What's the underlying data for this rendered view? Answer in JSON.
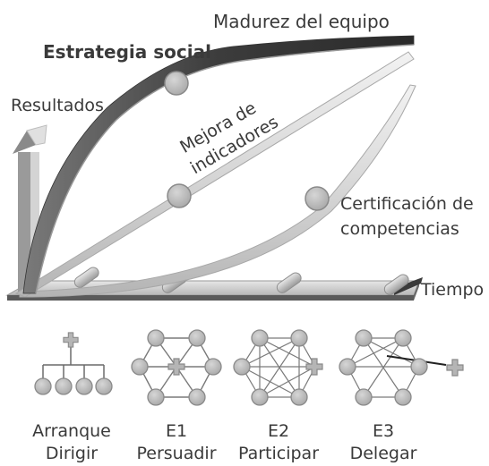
{
  "labels": {
    "madurez": "Madurez del equipo",
    "estrategia": "Estrategia social",
    "resultados": "Resultados",
    "mejora_line1": "Mejora de",
    "mejora_line2": "indicadores",
    "cert_line1": "Certificación de",
    "cert_line2": "competencias",
    "tiempo": "Tiempo"
  },
  "stages": [
    {
      "line1": "Arranque",
      "line2": "Dirigir"
    },
    {
      "line1": "E1",
      "line2": "Persuadir"
    },
    {
      "line1": "E2",
      "line2": "Participar"
    },
    {
      "line1": "E3",
      "line2": "Delegar"
    }
  ],
  "colors": {
    "dark_band": "#4a4a4a",
    "light_band": "#d4d4d4",
    "node_fill": "#b8b8b8",
    "node_stroke": "#8a8a8a",
    "line": "#9a9a9a",
    "text": "#3a3a3a"
  }
}
